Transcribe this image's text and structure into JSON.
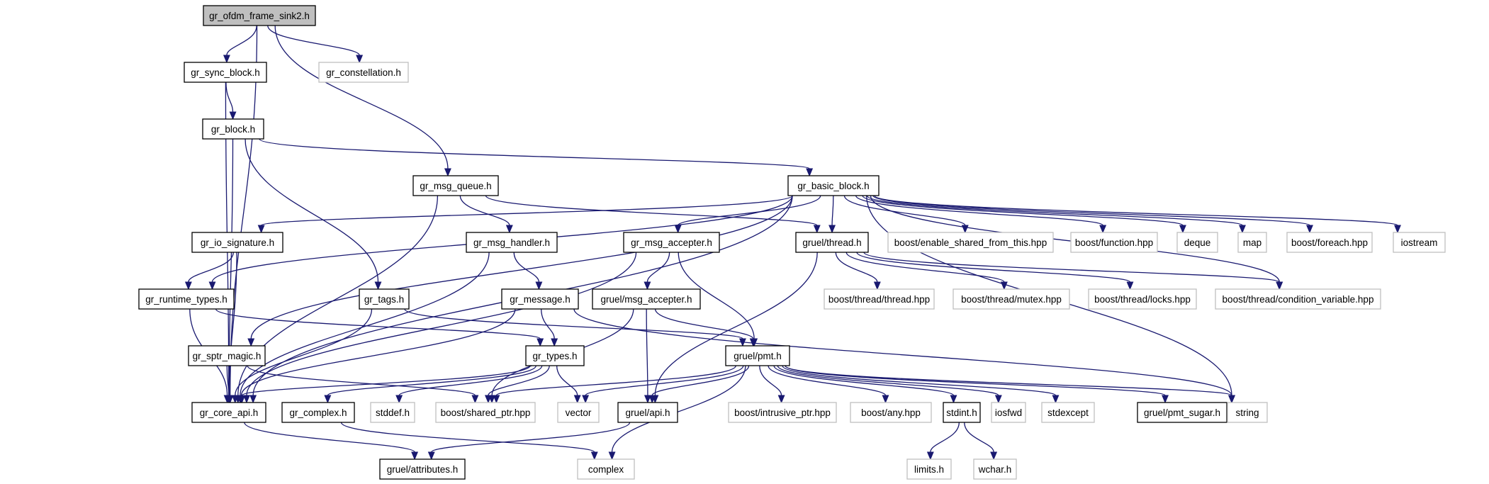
{
  "colors": {
    "edge": "#191970",
    "box_border": "#000000",
    "external_border": "#bfbfbf",
    "root_fill": "#bfbfbf",
    "background": "#ffffff"
  },
  "nodes": [
    {
      "id": "root",
      "label": "gr_ofdm_frame_sink2.h",
      "kind": "root"
    },
    {
      "id": "sync",
      "label": "gr_sync_block.h",
      "kind": "file"
    },
    {
      "id": "constel",
      "label": "gr_constellation.h",
      "kind": "external"
    },
    {
      "id": "block",
      "label": "gr_block.h",
      "kind": "file"
    },
    {
      "id": "msgq",
      "label": "gr_msg_queue.h",
      "kind": "file"
    },
    {
      "id": "basic",
      "label": "gr_basic_block.h",
      "kind": "file"
    },
    {
      "id": "iosig",
      "label": "gr_io_signature.h",
      "kind": "file"
    },
    {
      "id": "msghandler",
      "label": "gr_msg_handler.h",
      "kind": "file"
    },
    {
      "id": "msgaccepter",
      "label": "gr_msg_accepter.h",
      "kind": "file"
    },
    {
      "id": "thread",
      "label": "gruel/thread.h",
      "kind": "file"
    },
    {
      "id": "enable_shared",
      "label": "boost/enable_shared_from_this.hpp",
      "kind": "external"
    },
    {
      "id": "bfunction",
      "label": "boost/function.hpp",
      "kind": "external"
    },
    {
      "id": "deque",
      "label": "deque",
      "kind": "external"
    },
    {
      "id": "map",
      "label": "map",
      "kind": "external"
    },
    {
      "id": "foreach",
      "label": "boost/foreach.hpp",
      "kind": "external"
    },
    {
      "id": "iostream",
      "label": "iostream",
      "kind": "external"
    },
    {
      "id": "runtime",
      "label": "gr_runtime_types.h",
      "kind": "file"
    },
    {
      "id": "tags",
      "label": "gr_tags.h",
      "kind": "file"
    },
    {
      "id": "message",
      "label": "gr_message.h",
      "kind": "file"
    },
    {
      "id": "gmsgaccepter",
      "label": "gruel/msg_accepter.h",
      "kind": "file"
    },
    {
      "id": "bthread",
      "label": "boost/thread/thread.hpp",
      "kind": "external"
    },
    {
      "id": "bmutex",
      "label": "boost/thread/mutex.hpp",
      "kind": "external"
    },
    {
      "id": "blocks",
      "label": "boost/thread/locks.hpp",
      "kind": "external"
    },
    {
      "id": "bcond",
      "label": "boost/thread/condition_variable.hpp",
      "kind": "external"
    },
    {
      "id": "sptr",
      "label": "gr_sptr_magic.h",
      "kind": "file"
    },
    {
      "id": "types",
      "label": "gr_types.h",
      "kind": "file"
    },
    {
      "id": "pmt",
      "label": "gruel/pmt.h",
      "kind": "file"
    },
    {
      "id": "coreapi",
      "label": "gr_core_api.h",
      "kind": "file"
    },
    {
      "id": "complexh",
      "label": "gr_complex.h",
      "kind": "file"
    },
    {
      "id": "stddef",
      "label": "stddef.h",
      "kind": "external"
    },
    {
      "id": "sharedptr",
      "label": "boost/shared_ptr.hpp",
      "kind": "external"
    },
    {
      "id": "vector",
      "label": "vector",
      "kind": "external"
    },
    {
      "id": "gapi",
      "label": "gruel/api.h",
      "kind": "file"
    },
    {
      "id": "intrusive",
      "label": "boost/intrusive_ptr.hpp",
      "kind": "external"
    },
    {
      "id": "bany",
      "label": "boost/any.hpp",
      "kind": "external"
    },
    {
      "id": "stdint",
      "label": "stdint.h",
      "kind": "file"
    },
    {
      "id": "iosfwd",
      "label": "iosfwd",
      "kind": "external"
    },
    {
      "id": "stdexcept",
      "label": "stdexcept",
      "kind": "external"
    },
    {
      "id": "pmtsugar",
      "label": "gruel/pmt_sugar.h",
      "kind": "file"
    },
    {
      "id": "string",
      "label": "string",
      "kind": "external"
    },
    {
      "id": "attributes",
      "label": "gruel/attributes.h",
      "kind": "file"
    },
    {
      "id": "complex",
      "label": "complex",
      "kind": "external"
    },
    {
      "id": "limits",
      "label": "limits.h",
      "kind": "external"
    },
    {
      "id": "wchar",
      "label": "wchar.h",
      "kind": "external"
    }
  ],
  "edges": [
    [
      "root",
      "sync"
    ],
    [
      "root",
      "constel"
    ],
    [
      "root",
      "msgq"
    ],
    [
      "root",
      "coreapi"
    ],
    [
      "sync",
      "block"
    ],
    [
      "sync",
      "coreapi"
    ],
    [
      "block",
      "basic"
    ],
    [
      "block",
      "tags"
    ],
    [
      "block",
      "coreapi"
    ],
    [
      "msgq",
      "msghandler"
    ],
    [
      "msgq",
      "thread"
    ],
    [
      "msgq",
      "coreapi"
    ],
    [
      "basic",
      "iosig"
    ],
    [
      "basic",
      "msgaccepter"
    ],
    [
      "basic",
      "thread"
    ],
    [
      "basic",
      "enable_shared"
    ],
    [
      "basic",
      "bfunction"
    ],
    [
      "basic",
      "deque"
    ],
    [
      "basic",
      "map"
    ],
    [
      "basic",
      "foreach"
    ],
    [
      "basic",
      "iostream"
    ],
    [
      "basic",
      "runtime"
    ],
    [
      "basic",
      "sptr"
    ],
    [
      "basic",
      "coreapi"
    ],
    [
      "basic",
      "string"
    ],
    [
      "basic",
      "bcond"
    ],
    [
      "iosig",
      "runtime"
    ],
    [
      "iosig",
      "coreapi"
    ],
    [
      "msghandler",
      "message"
    ],
    [
      "msghandler",
      "coreapi"
    ],
    [
      "msgaccepter",
      "gmsgaccepter"
    ],
    [
      "msgaccepter",
      "pmt"
    ],
    [
      "msgaccepter",
      "coreapi"
    ],
    [
      "thread",
      "bthread"
    ],
    [
      "thread",
      "bmutex"
    ],
    [
      "thread",
      "blocks"
    ],
    [
      "thread",
      "bcond"
    ],
    [
      "thread",
      "gapi"
    ],
    [
      "runtime",
      "types"
    ],
    [
      "runtime",
      "coreapi"
    ],
    [
      "tags",
      "pmt"
    ],
    [
      "tags",
      "coreapi"
    ],
    [
      "message",
      "types"
    ],
    [
      "message",
      "string"
    ],
    [
      "message",
      "coreapi"
    ],
    [
      "gmsgaccepter",
      "pmt"
    ],
    [
      "gmsgaccepter",
      "gapi"
    ],
    [
      "gmsgaccepter",
      "sharedptr"
    ],
    [
      "sptr",
      "coreapi"
    ],
    [
      "sptr",
      "sharedptr"
    ],
    [
      "types",
      "coreapi"
    ],
    [
      "types",
      "complexh"
    ],
    [
      "types",
      "stddef"
    ],
    [
      "types",
      "sharedptr"
    ],
    [
      "types",
      "vector"
    ],
    [
      "pmt",
      "gapi"
    ],
    [
      "pmt",
      "sharedptr"
    ],
    [
      "pmt",
      "intrusive"
    ],
    [
      "pmt",
      "bany"
    ],
    [
      "pmt",
      "complex"
    ],
    [
      "pmt",
      "stdint"
    ],
    [
      "pmt",
      "iosfwd"
    ],
    [
      "pmt",
      "stdexcept"
    ],
    [
      "pmt",
      "pmtsugar"
    ],
    [
      "pmt",
      "vector"
    ],
    [
      "pmt",
      "string"
    ],
    [
      "coreapi",
      "attributes"
    ],
    [
      "complexh",
      "complex"
    ],
    [
      "gapi",
      "attributes"
    ],
    [
      "stdint",
      "limits"
    ],
    [
      "stdint",
      "wchar"
    ]
  ]
}
